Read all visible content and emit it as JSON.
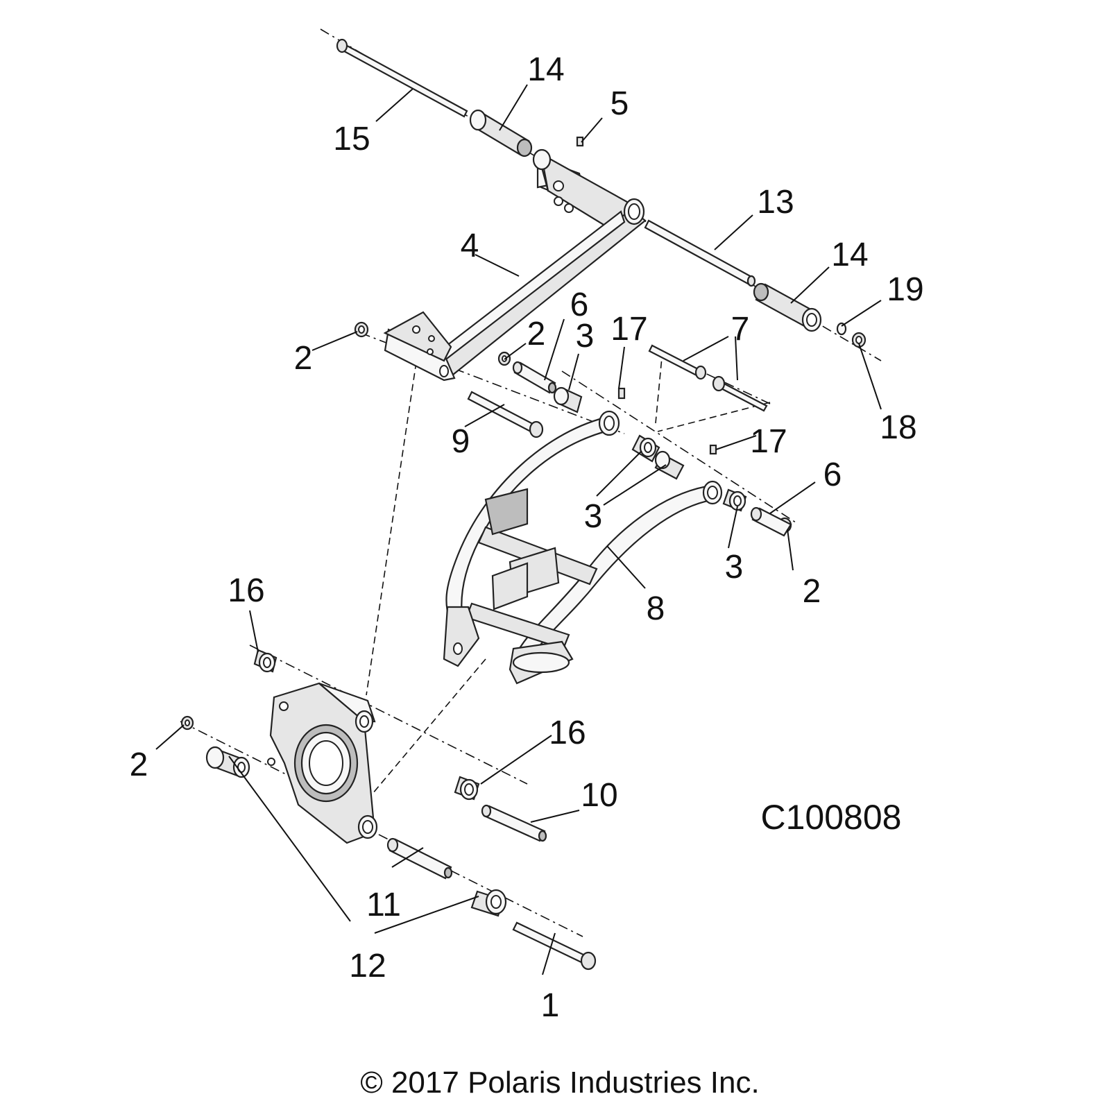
{
  "callouts": {
    "c1": "1",
    "c2a": "2",
    "c2b": "2",
    "c2c": "2",
    "c2d": "2",
    "c3a": "3",
    "c3b": "3",
    "c3c": "3",
    "c4": "4",
    "c5": "5",
    "c6a": "6",
    "c6b": "6",
    "c7": "7",
    "c8": "8",
    "c9": "9",
    "c10": "10",
    "c11": "11",
    "c12": "12",
    "c13": "13",
    "c14a": "14",
    "c14b": "14",
    "c15": "15",
    "c16a": "16",
    "c16b": "16",
    "c17a": "17",
    "c17b": "17",
    "c18": "18",
    "c19": "19"
  },
  "drawing_id": "C100808",
  "copyright": "© 2017 Polaris Industries Inc."
}
